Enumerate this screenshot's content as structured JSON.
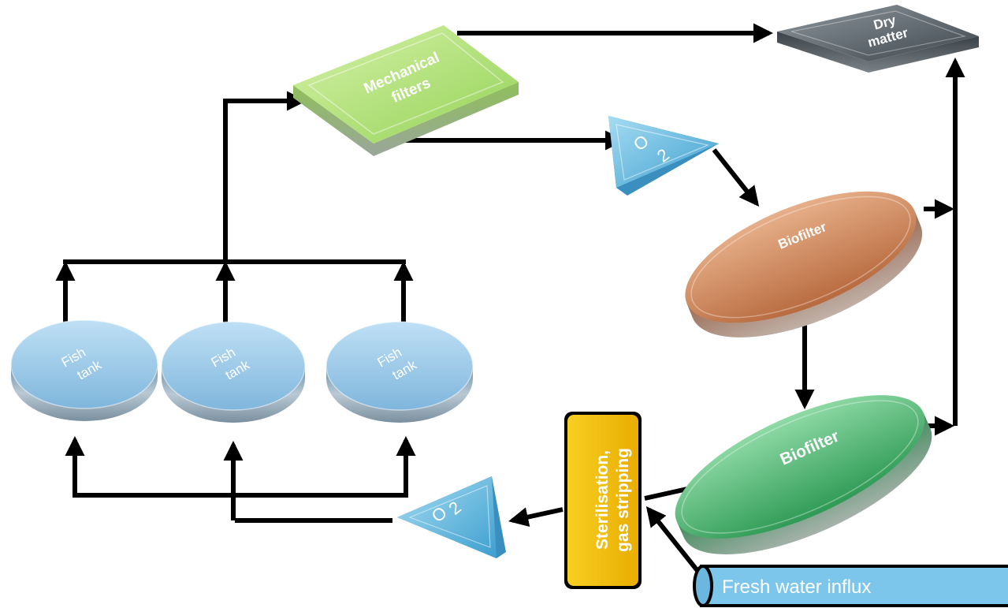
{
  "nodes": {
    "mechanical_filters": {
      "line1": "Mechanical",
      "line2": "filters",
      "color": "#a6dc68"
    },
    "dry_matter": {
      "line1": "Dry",
      "line2": "matter",
      "color": "#4b545b"
    },
    "o2_top": {
      "o": "O",
      "sub": "2",
      "color": "#5fb8de"
    },
    "o2_bottom": {
      "o": "O",
      "sub": "2",
      "color": "#5fb8de"
    },
    "biofilter_top": {
      "label": "Biofilter",
      "color": "#d08a5e"
    },
    "biofilter_bottom": {
      "label": "Biofilter",
      "color": "#4cb26e"
    },
    "fish_tanks": [
      {
        "line1": "Fish",
        "line2": "tank"
      },
      {
        "line1": "Fish",
        "line2": "tank"
      },
      {
        "line1": "Fish",
        "line2": "tank"
      }
    ],
    "sterilisation": {
      "line1": "Sterilisation,",
      "line2": "gas stripping",
      "color": "#f5c400"
    },
    "fresh_water": {
      "label": "Fresh water influx",
      "color": "#7cc6ec"
    }
  },
  "colors": {
    "tank": "#8ec3e6",
    "arrow": "#000000"
  }
}
